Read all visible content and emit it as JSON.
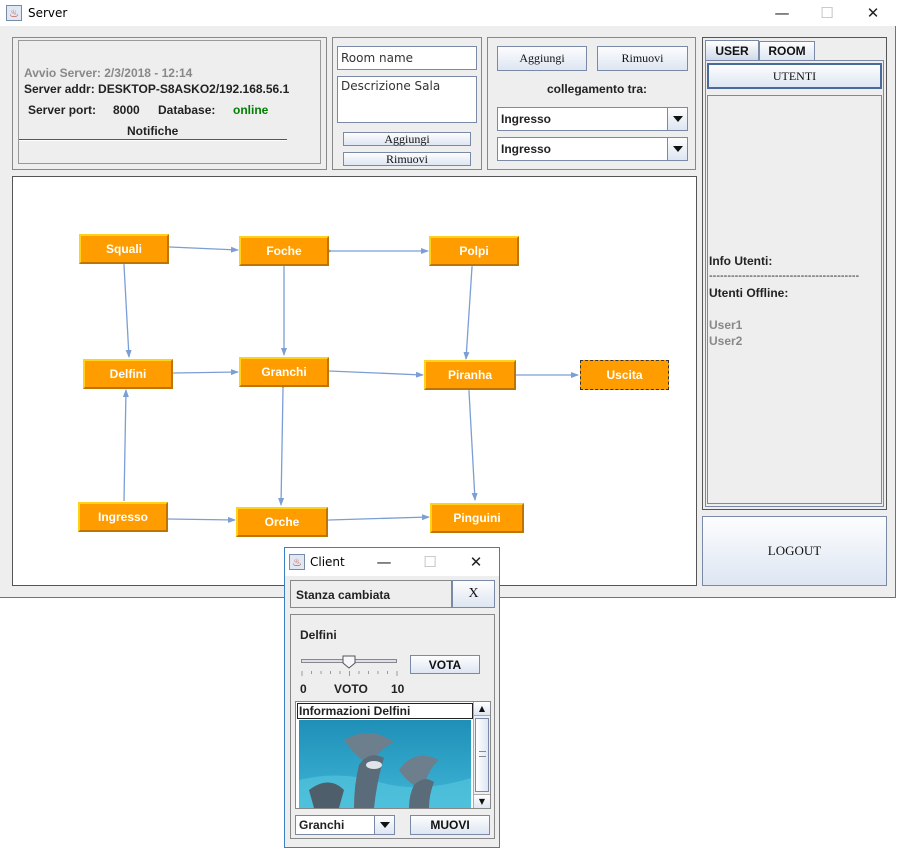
{
  "window": {
    "title": "Server",
    "minimize": "—",
    "maximize": "☐",
    "close": "✕"
  },
  "info": {
    "avvio": "Avvio Server: 2/3/2018 - 12:14",
    "server_addr": "Server addr: DESKTOP-S8ASKO2/192.168.56.1",
    "port_label": "Server port:",
    "port_value": "8000",
    "db_label": "Database:",
    "db_status": "online",
    "db_status_color": "#008000",
    "notifiche": "Notifiche"
  },
  "room_form": {
    "name_placeholder": "Room name",
    "desc_placeholder": "Descrizione Sala",
    "add": "Aggiungi",
    "remove": "Rimuovi"
  },
  "link_form": {
    "add": "Aggiungi",
    "remove": "Rimuovi",
    "label": "collegamento tra:",
    "from": "Ingresso",
    "to": "Ingresso"
  },
  "map": {
    "rooms": [
      "Squali",
      "Foche",
      "Polpi",
      "Delfini",
      "Granchi",
      "Piranha",
      "Uscita",
      "Ingresso",
      "Orche",
      "Pinguini"
    ],
    "room_color": "#ff9c00",
    "arrow_color": "#7b9ed6"
  },
  "side": {
    "tab_user": "USER",
    "tab_room": "ROOM",
    "utenti": "UTENTI",
    "info_utenti": "Info Utenti:",
    "separator": "-----------------------------------------",
    "offline_label": "Utenti Offline:",
    "users": [
      "User1",
      "User2"
    ],
    "logout": "LOGOUT"
  },
  "client": {
    "title": "Client",
    "minimize": "—",
    "maximize": "☐",
    "close": "✕",
    "status": "Stanza cambiata",
    "dismiss": "X",
    "room": "Delfini",
    "vote_value": 0.5,
    "vote_button": "VOTA",
    "slider_min": "0",
    "slider_label": "VOTO",
    "slider_max": "10",
    "info_title": "Informazioni Delfini",
    "destination": "Granchi",
    "move": "MUOVI"
  }
}
